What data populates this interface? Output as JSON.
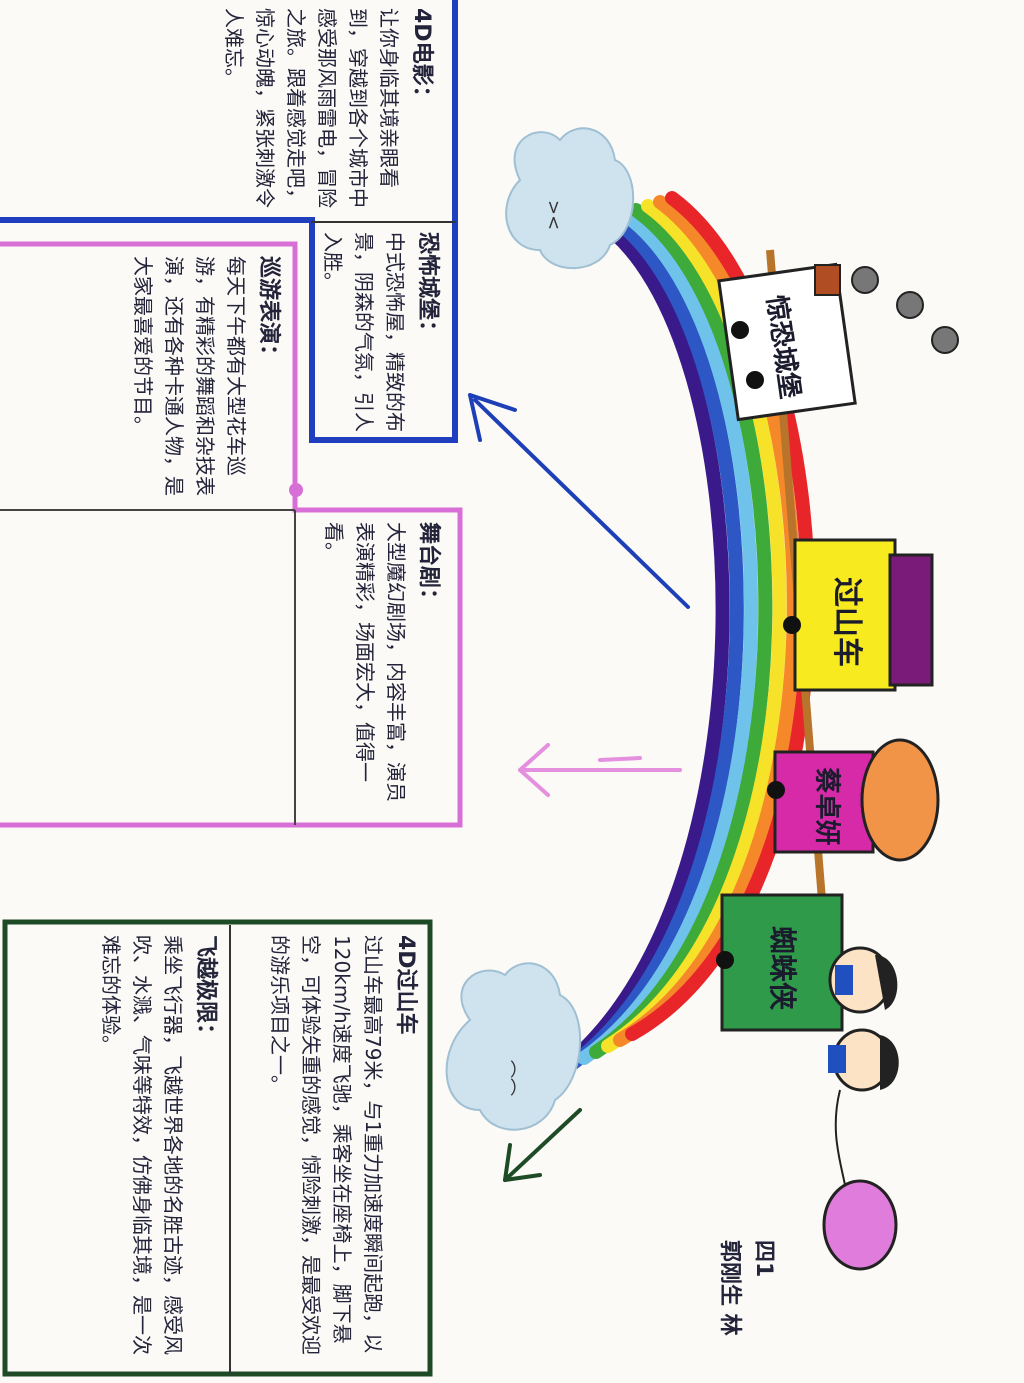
{
  "stalls": {
    "horror": "惊恐城堡",
    "coaster": "过山车",
    "dance": "蔡卓妍",
    "street": "蜘蛛侠"
  },
  "blocks": {
    "top_right": {
      "title": "4D电影：",
      "body": "让你身临其境亲眼看到，穿越到各个城市中感受那风雨雷电，冒险之旅。跟着感觉走吧，惊心动魄，紧张刺激令人难忘。"
    },
    "castle": {
      "title": "恐怖城堡：",
      "body": "中式恐怖屋，精致的布景，阴森的气氛，引人入胜。"
    },
    "parade": {
      "title": "巡游表演：",
      "body": "每天下午都有大型花车巡游，有精彩的舞蹈和杂技表演，还有各种卡通人物，是大家最喜爱的节目。"
    },
    "show": {
      "title": "舞台剧：",
      "body": "大型魔幻剧场，内容丰富，演员表演精彩，场面宏大，值得一看。"
    },
    "coaster": {
      "title": "4D过山车",
      "body": "过山车最高79米，与1重力加速度瞬间起跑，以120km/h速度飞驰，乘客坐在座椅上，脚下悬空，可体验失重的感觉，惊险刺激，是最受欢迎的游乐项目之一。"
    },
    "flying": {
      "title": "飞越极限：",
      "body": "乘坐飞行器，飞越世界各地的名胜古迹，感受风吹、水溅、气味等特效，仿佛身临其境，是一次难忘的体验。"
    }
  },
  "signature": {
    "grade": "四1",
    "name": "郭刚生 林"
  },
  "colors": {
    "rainbow": [
      "#e8262a",
      "#f5892a",
      "#f7e22a",
      "#3daa3a",
      "#6fc3ea",
      "#2c57c4",
      "#3a1a8a"
    ],
    "blue_frame": "#1f3fbf",
    "pink_frame": "#d86fd6",
    "green_frame": "#1e4a25",
    "pink_arrow": "#e58fdf",
    "blue_arrow": "#1d3fb8",
    "green_arrow": "#1e4a25"
  },
  "icons": [
    "cloud-icon",
    "arrow-icon",
    "balloon-icon",
    "face-icon"
  ]
}
